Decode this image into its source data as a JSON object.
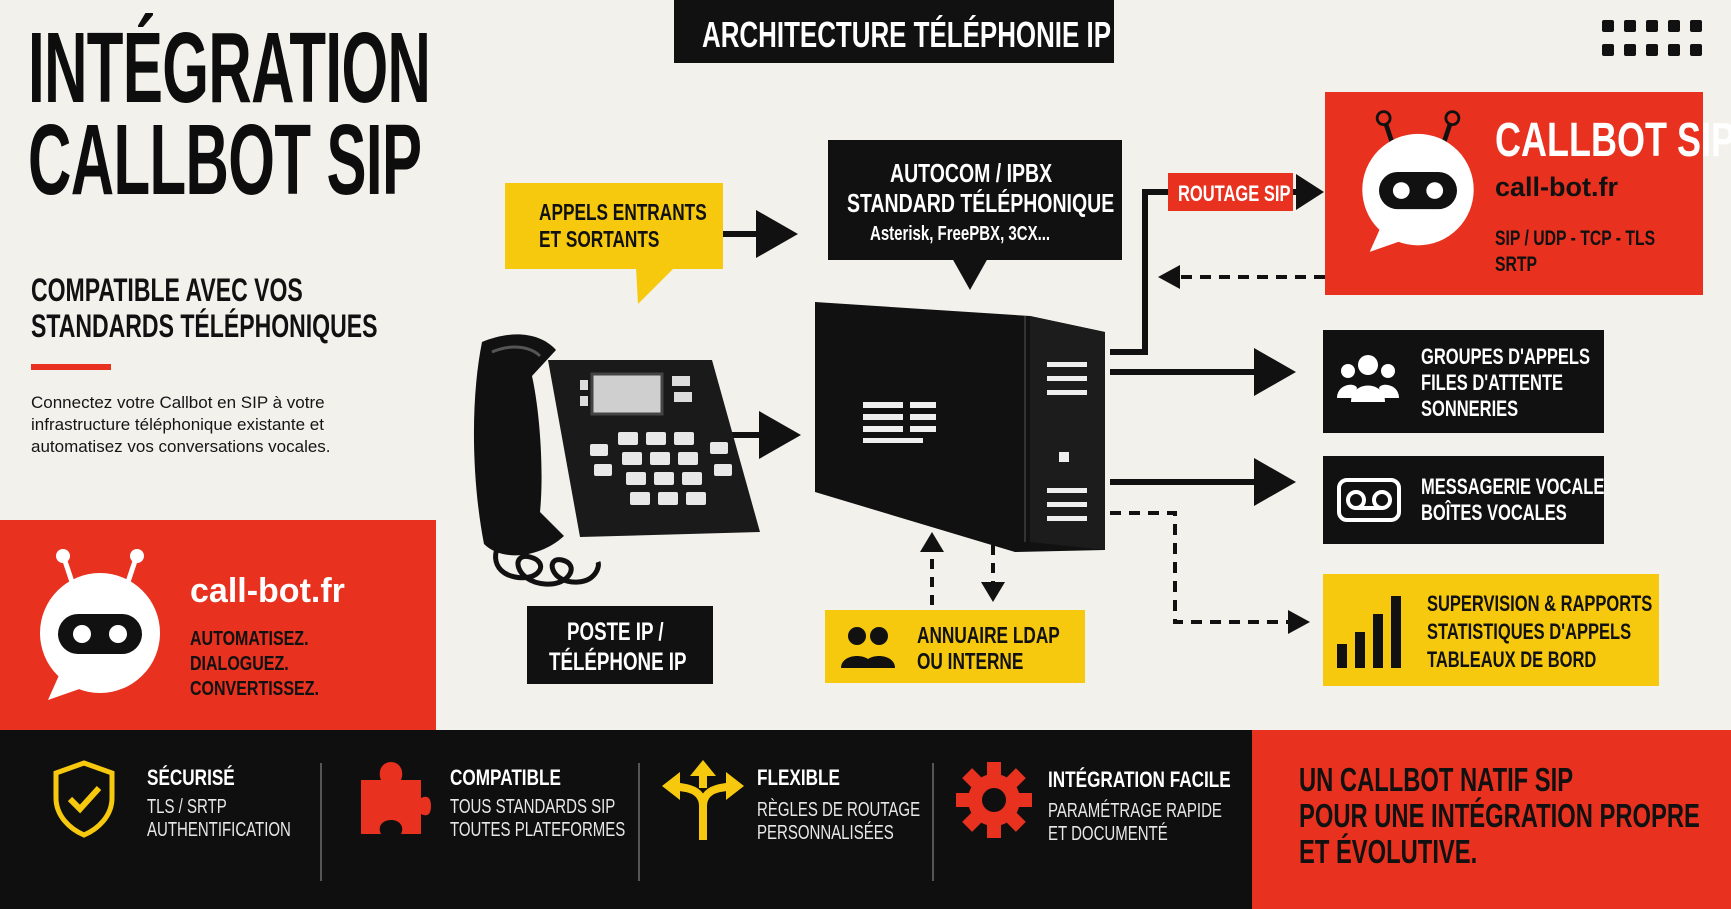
{
  "header": {
    "title_line1": "INTÉGRATION",
    "title_line2": "CALLBOT SIP",
    "subtitle_line1": "COMPATIBLE AVEC VOS",
    "subtitle_line2": "STANDARDS TÉLÉPHONIQUES",
    "description": "Connectez votre Callbot en SIP à votre infrastructure téléphonique existante et automatisez vos conversations vocales."
  },
  "brand": {
    "url": "call-bot.fr",
    "slogan": [
      "AUTOMATISEZ.",
      "DIALOGUEZ.",
      "CONVERTISSEZ."
    ]
  },
  "diagram": {
    "architecture_title": "ARCHITECTURE TÉLÉPHONIE IP",
    "calls_bubble": [
      "APPELS ENTRANTS",
      "ET SORTANTS"
    ],
    "pbx_bubble": {
      "line1": "AUTOCOM / IPBX",
      "line2": "STANDARD TÉLÉPHONIQUE",
      "line3": "Asterisk, FreePBX, 3CX..."
    },
    "routing_label": "ROUTAGE SIP",
    "callbot_card": {
      "title": "CALLBOT SIP",
      "url": "call-bot.fr",
      "protocols_line1": "SIP / UDP - TCP - TLS",
      "protocols_line2": "SRTP"
    },
    "phone_label": [
      "POSTE IP /",
      "TÉLÉPHONE IP"
    ],
    "directory_label": [
      "ANNUAIRE LDAP",
      "OU INTERNE"
    ],
    "groups_box": [
      "GROUPES D'APPELS",
      "FILES D'ATTENTE",
      "SONNERIES"
    ],
    "voicemail_box": [
      "MESSAGERIE VOCALE",
      "BOÎTES VOCALES"
    ],
    "supervision_box": [
      "SUPERVISION & RAPPORTS",
      "STATISTIQUES D'APPELS",
      "TABLEAUX DE BORD"
    ]
  },
  "features": [
    {
      "icon": "shield-check-icon",
      "title": "SÉCURISÉ",
      "lines": [
        "TLS / SRTP",
        "AUTHENTIFICATION"
      ]
    },
    {
      "icon": "puzzle-icon",
      "title": "COMPATIBLE",
      "lines": [
        "TOUS STANDARDS SIP",
        "TOUTES PLATEFORMES"
      ]
    },
    {
      "icon": "split-arrows-icon",
      "title": "FLEXIBLE",
      "lines": [
        "RÈGLES DE ROUTAGE",
        "PERSONNALISÉES"
      ]
    },
    {
      "icon": "gear-icon",
      "title": "INTÉGRATION FACILE",
      "lines": [
        "PARAMÉTRAGE RAPIDE",
        "ET DOCUMENTÉ"
      ]
    }
  ],
  "tagline": [
    "UN CALLBOT NATIF SIP",
    "POUR UNE INTÉGRATION PROPRE",
    "ET ÉVOLUTIVE."
  ],
  "colors": {
    "red": "#e8311f",
    "yellow": "#f6c90e",
    "black": "#111111",
    "background": "#f3f1ec"
  }
}
